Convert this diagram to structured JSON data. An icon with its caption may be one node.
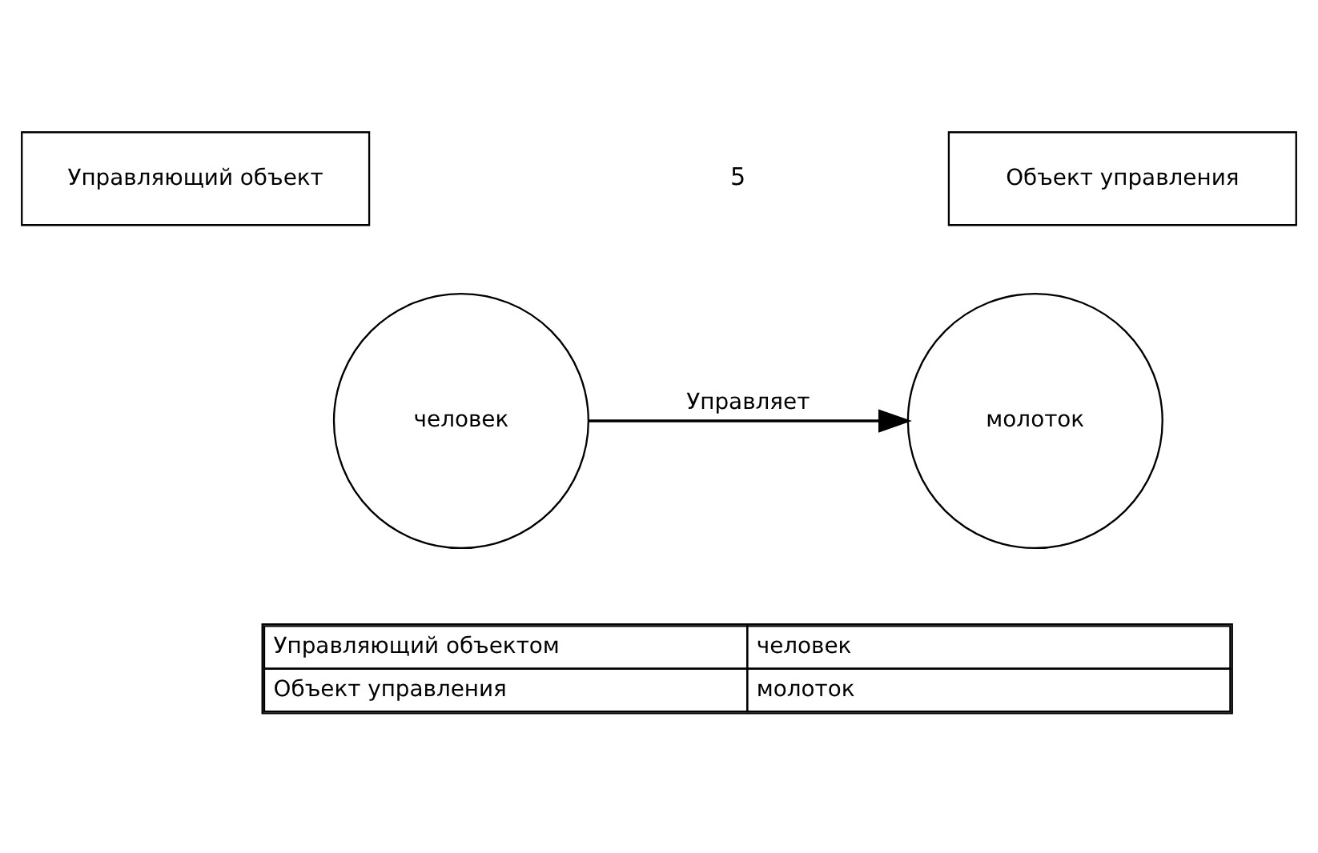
{
  "diagram": {
    "nodes": [
      {
        "text": [
          "Управляющий объект"
        ]
      },
      {
        "text": [
          "Объект управления"
        ]
      },
      {
        "text": [
          "человек"
        ]
      },
      {
        "text": [
          "молоток"
        ]
      }
    ],
    "edges": [
      {
        "from": 2,
        "to": 3,
        "arrow": "to",
        "label": "Управляет"
      }
    ],
    "labels": [
      "5",
      "Управляющий объектом",
      "человек",
      "Объект управления",
      "молоток"
    ]
  }
}
